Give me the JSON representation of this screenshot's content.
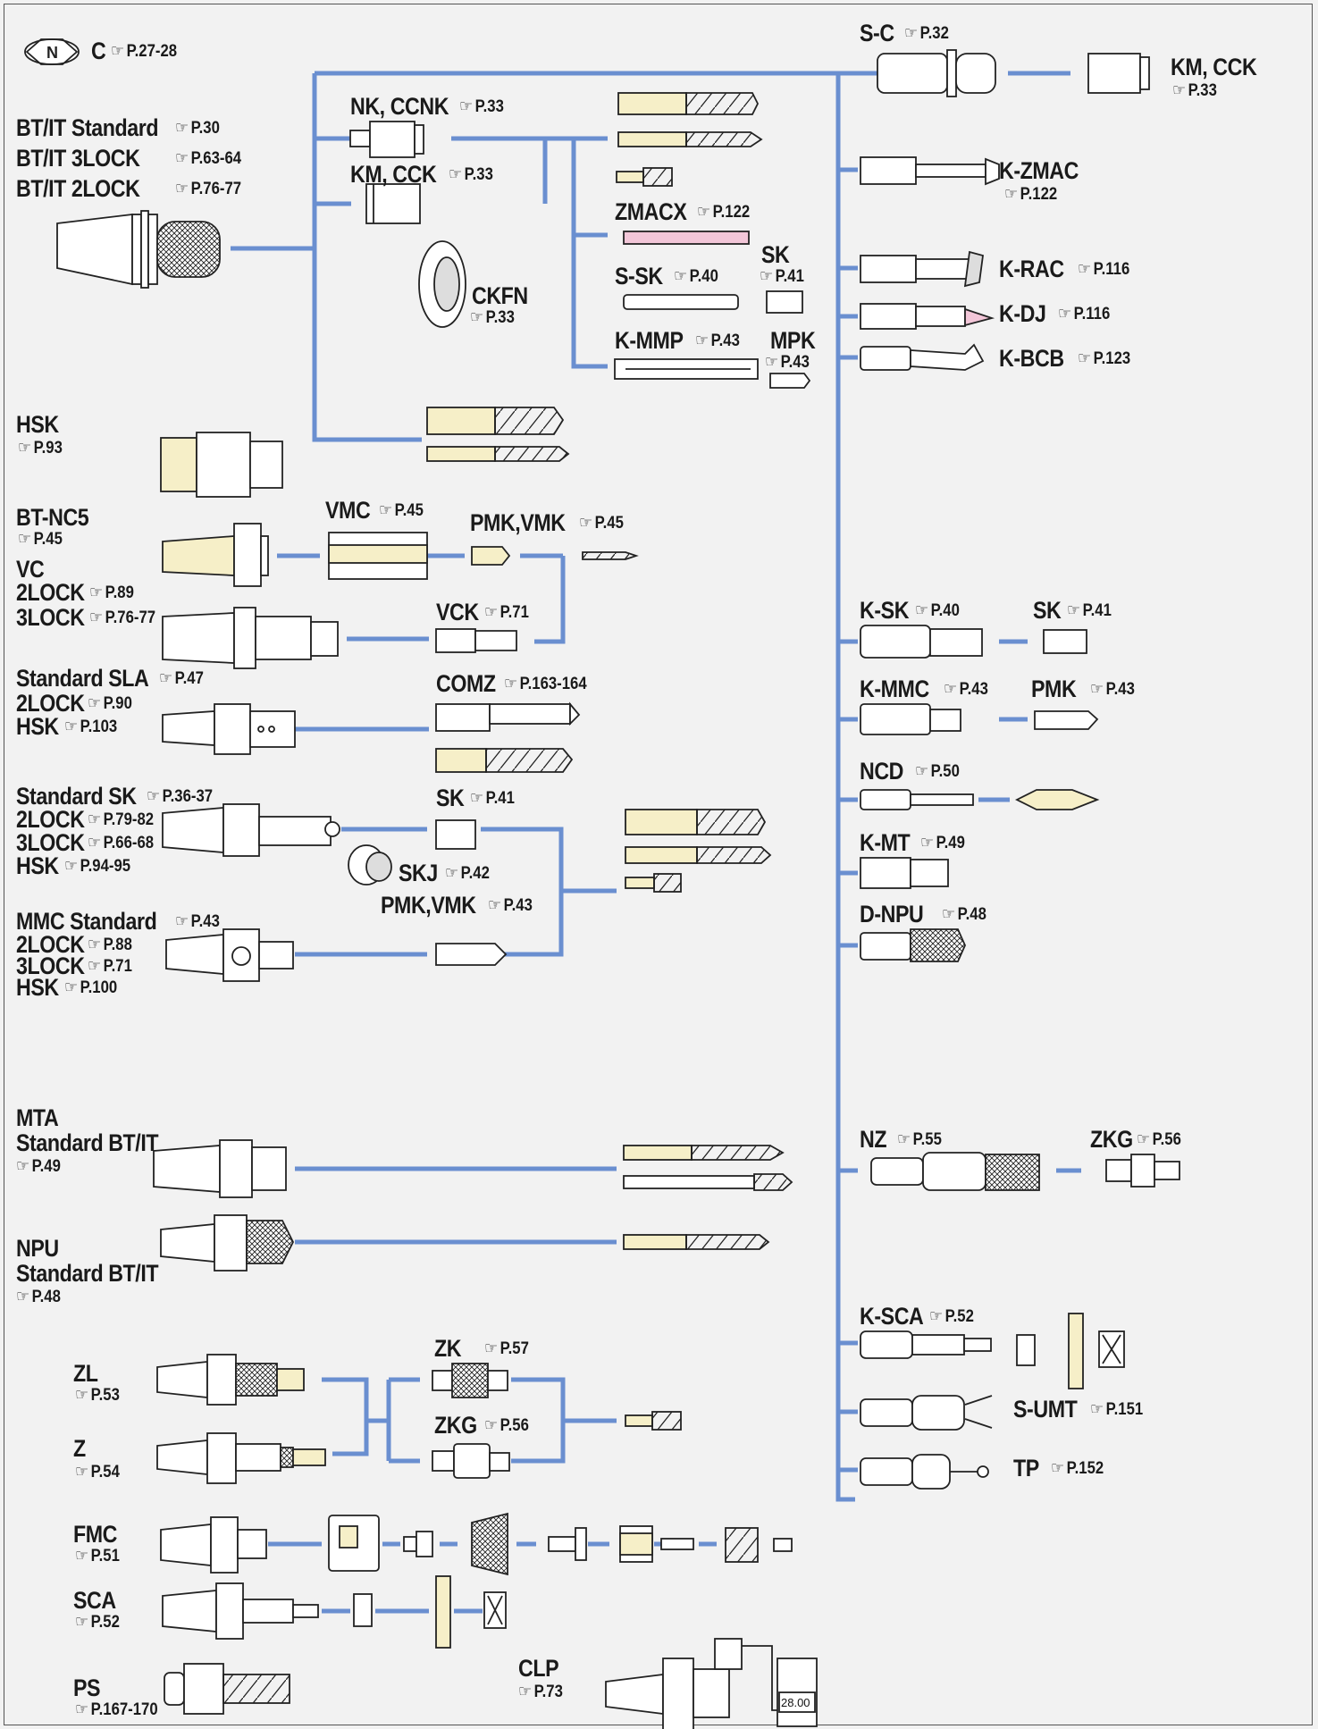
{
  "colors": {
    "line": "#6a8fd0",
    "tool_fill": "#f6efc8",
    "tool_stroke": "#222222",
    "holder_fill": "#ffffff",
    "zmacx_fill": "#f2c6d8",
    "background": "#f2f2f2"
  },
  "icons": {
    "reference": "pointing-hand-icon",
    "logo": "n-bearing-logo"
  },
  "labels": {
    "c": "C",
    "c_ref": "P.27-28",
    "bt_it_standard": "BT/IT Standard",
    "bt_it_standard_ref": "P.30",
    "bt_it_3lock": "BT/IT 3LOCK",
    "bt_it_3lock_ref": "P.63-64",
    "bt_it_2lock": "BT/IT 2LOCK",
    "bt_it_2lock_ref": "P.76-77",
    "nk_ccnk": "NK, CCNK",
    "nk_ccnk_ref": "P.33",
    "km_cck": "KM, CCK",
    "km_cck_ref": "P.33",
    "ckfn": "CKFN",
    "ckfn_ref": "P.33",
    "zmacx": "ZMACX",
    "zmacx_ref": "P.122",
    "s_sk": "S-SK",
    "s_sk_ref": "P.40",
    "sk_top": "SK",
    "sk_top_ref": "P.41",
    "k_mmp": "K-MMP",
    "k_mmp_ref": "P.43",
    "mpk": "MPK",
    "mpk_ref": "P.43",
    "s_c": "S-C",
    "s_c_ref": "P.32",
    "km_cck_r": "KM, CCK",
    "km_cck_r_ref": "P.33",
    "k_zmac": "K-ZMAC",
    "k_zmac_ref": "P.122",
    "k_rac": "K-RAC",
    "k_rac_ref": "P.116",
    "k_dj": "K-DJ",
    "k_dj_ref": "P.116",
    "k_bcb": "K-BCB",
    "k_bcb_ref": "P.123",
    "hsk": "HSK",
    "hsk_ref": "P.93",
    "bt_nc5": "BT-NC5",
    "bt_nc5_ref": "P.45",
    "vc": "VC",
    "vc_2lock": "2LOCK",
    "vc_2lock_ref": "P.89",
    "vc_3lock": "3LOCK",
    "vc_3lock_ref": "P.76-77",
    "vmc": "VMC",
    "vmc_ref": "P.45",
    "pmk_vmk_1": "PMK,VMK",
    "pmk_vmk_1_ref": "P.45",
    "vck": "VCK",
    "vck_ref": "P.71",
    "std_sla": "Standard SLA",
    "std_sla_ref": "P.47",
    "sla_2lock": "2LOCK",
    "sla_2lock_ref": "P.90",
    "sla_hsk": "HSK",
    "sla_hsk_ref": "P.103",
    "comz": "COMZ",
    "comz_ref": "P.163-164",
    "std_sk": "Standard SK",
    "std_sk_ref": "P.36-37",
    "sk_2lock": "2LOCK",
    "sk_2lock_ref": "P.79-82",
    "sk_3lock": "3LOCK",
    "sk_3lock_ref": "P.66-68",
    "sk_hsk": "HSK",
    "sk_hsk_ref": "P.94-95",
    "sk_mid": "SK",
    "sk_mid_ref": "P.41",
    "skj": "SKJ",
    "skj_ref": "P.42",
    "pmk_vmk_2": "PMK,VMK",
    "pmk_vmk_2_ref": "P.43",
    "mmc_std": "MMC Standard",
    "mmc_std_ref": "P.43",
    "mmc_2lock": "2LOCK",
    "mmc_2lock_ref": "P.88",
    "mmc_3lock": "3LOCK",
    "mmc_3lock_ref": "P.71",
    "mmc_hsk": "HSK",
    "mmc_hsk_ref": "P.100",
    "k_sk": "K-SK",
    "k_sk_ref": "P.40",
    "sk_r": "SK",
    "sk_r_ref": "P.41",
    "k_mmc": "K-MMC",
    "k_mmc_ref": "P.43",
    "pmk_r": "PMK",
    "pmk_r_ref": "P.43",
    "ncd": "NCD",
    "ncd_ref": "P.50",
    "k_mt": "K-MT",
    "k_mt_ref": "P.49",
    "d_npu": "D-NPU",
    "d_npu_ref": "P.48",
    "mta": "MTA",
    "mta_std": "Standard BT/IT",
    "mta_ref": "P.49",
    "npu": "NPU",
    "npu_std": "Standard BT/IT",
    "npu_ref": "P.48",
    "nz": "NZ",
    "nz_ref": "P.55",
    "zkg_r": "ZKG",
    "zkg_r_ref": "P.56",
    "k_sca": "K-SCA",
    "k_sca_ref": "P.52",
    "s_umt": "S-UMT",
    "s_umt_ref": "P.151",
    "tp": "TP",
    "tp_ref": "P.152",
    "zl": "ZL",
    "zl_ref": "P.53",
    "z": "Z",
    "z_ref": "P.54",
    "zk": "ZK",
    "zk_ref": "P.57",
    "zkg": "ZKG",
    "zkg_ref": "P.56",
    "fmc": "FMC",
    "fmc_ref": "P.51",
    "sca": "SCA",
    "sca_ref": "P.52",
    "ps": "PS",
    "ps_ref": "P.167-170",
    "clp": "CLP",
    "clp_ref": "P.73",
    "display_value": "28.00"
  }
}
